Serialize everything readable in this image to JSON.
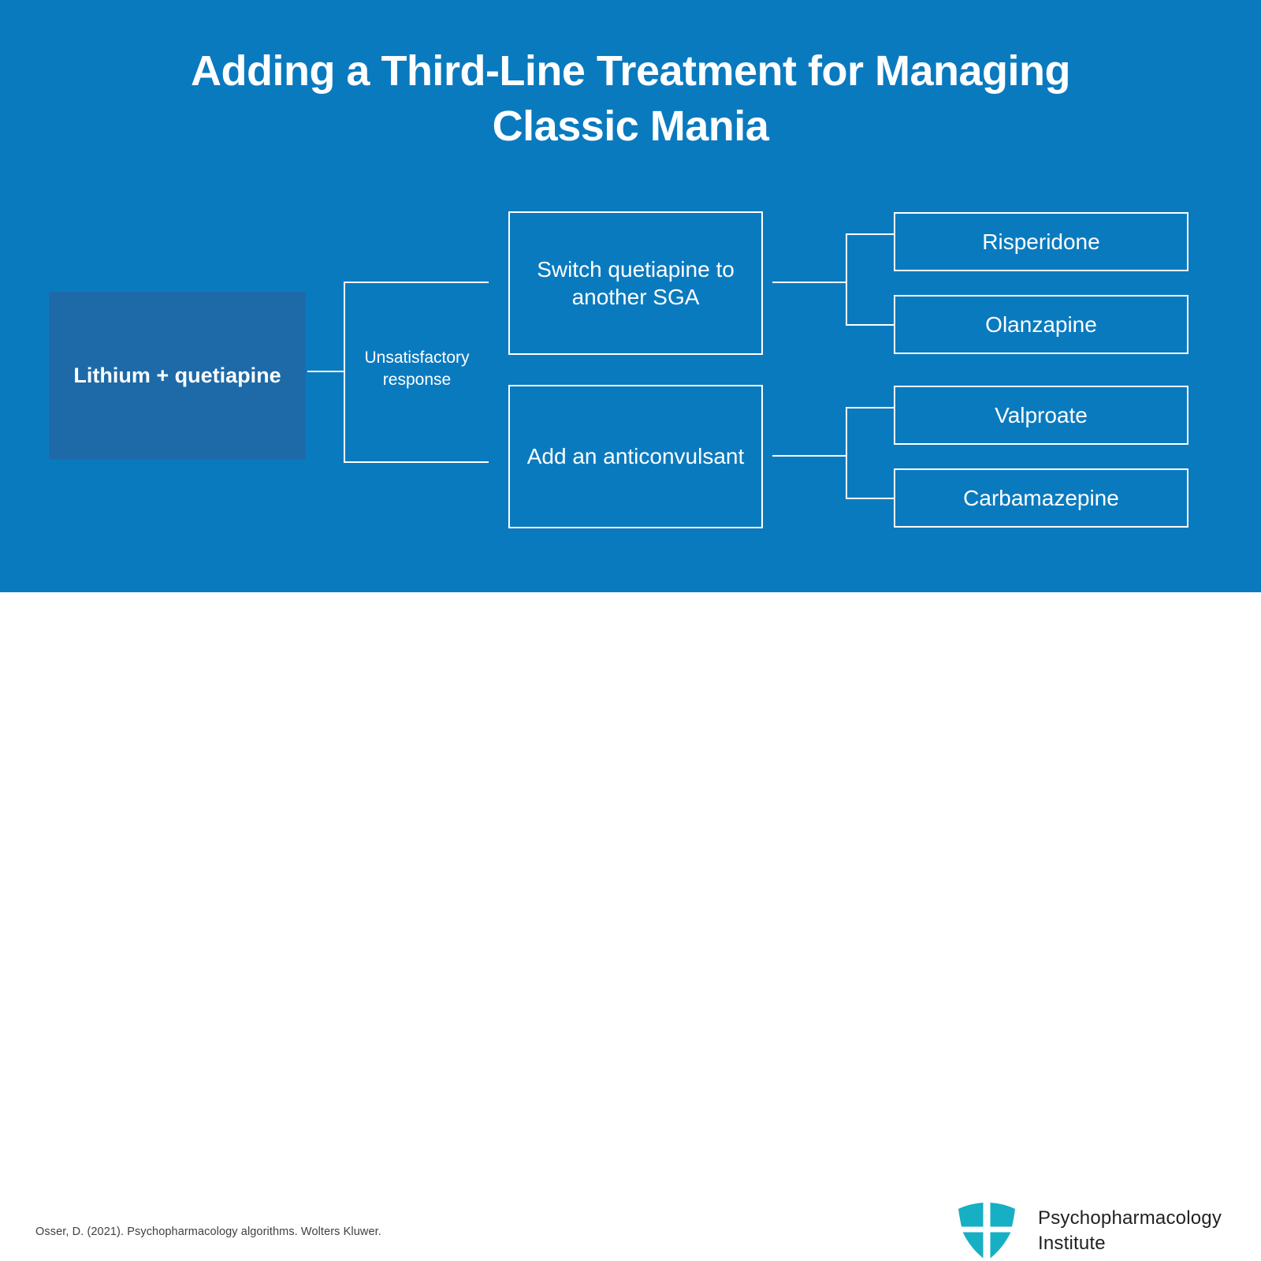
{
  "slide": {
    "title": "Adding a Third-Line Treatment for Managing Classic Mania",
    "background_color": "#0a7abf",
    "accent_box_color": "#1e6aa8",
    "line_color": "#ffffff"
  },
  "diagram": {
    "root": {
      "label": "Lithium + quetiapine"
    },
    "branch_label": "Unsatisfactory response",
    "options": [
      {
        "label": "Switch quetiapine to another SGA",
        "children": [
          {
            "label": "Risperidone"
          },
          {
            "label": "Olanzapine"
          }
        ]
      },
      {
        "label": "Add an anticonvulsant",
        "children": [
          {
            "label": "Valproate"
          },
          {
            "label": "Carbamazepine"
          }
        ]
      }
    ]
  },
  "footer": {
    "citation": "Osser, D. (2021). Psychopharmacology algorithms. Wolters Kluwer.",
    "logo": {
      "icon": "shield-cross-icon",
      "color": "#17afc4",
      "name_line1": "Psychopharmacology",
      "name_line2": "Institute"
    }
  }
}
